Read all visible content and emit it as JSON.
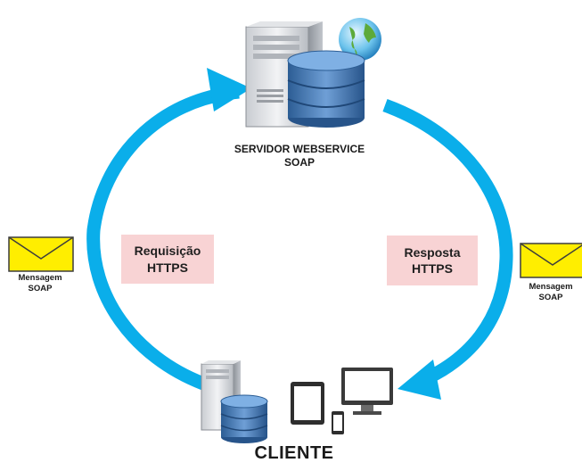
{
  "server": {
    "label_line1": "SERVIDOR WEBSERVICE",
    "label_line2": "SOAP"
  },
  "client": {
    "label": "CLIENTE"
  },
  "request": {
    "line1": "Requisição",
    "line2": "HTTPS"
  },
  "response": {
    "line1": "Resposta",
    "line2": "HTTPS"
  },
  "message_left": {
    "line1": "Mensagem",
    "line2": "SOAP"
  },
  "message_right": {
    "line1": "Mensagem",
    "line2": "SOAP"
  },
  "colors": {
    "arrow": "#0aaeea",
    "envelope": "#ffee00",
    "label_box": "#f8d3d4",
    "database": "#3d6fa8"
  }
}
